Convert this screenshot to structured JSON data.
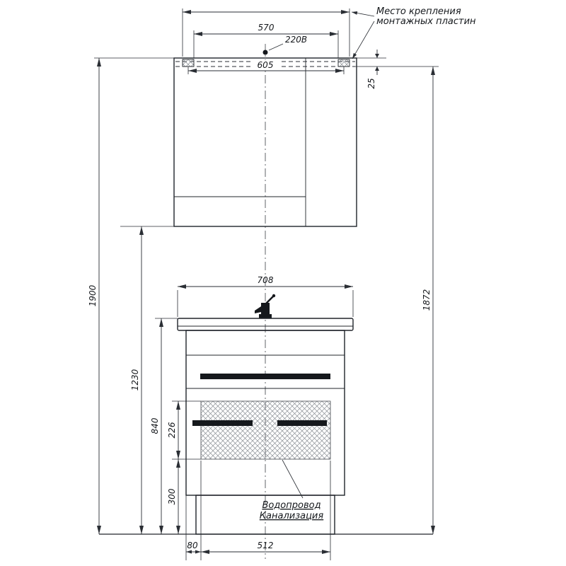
{
  "callout": {
    "line1": "Место крепления",
    "line2": "монтажных пластин"
  },
  "outlet_label": "220В",
  "pipe_labels": {
    "water": "Водопровод",
    "sewer": "Канализация"
  },
  "dims": {
    "top_width_inner": "570",
    "top_width_outer": "605",
    "plate_offset": "25",
    "vanity_width": "708",
    "total_height": "1900",
    "under_mirror_height": "1230",
    "vanity_height": "840",
    "service_zone_height": "226",
    "plinth_zone_height": "300",
    "plate_to_floor": "1872",
    "bottom_offset": "80",
    "service_zone_width": "512"
  }
}
